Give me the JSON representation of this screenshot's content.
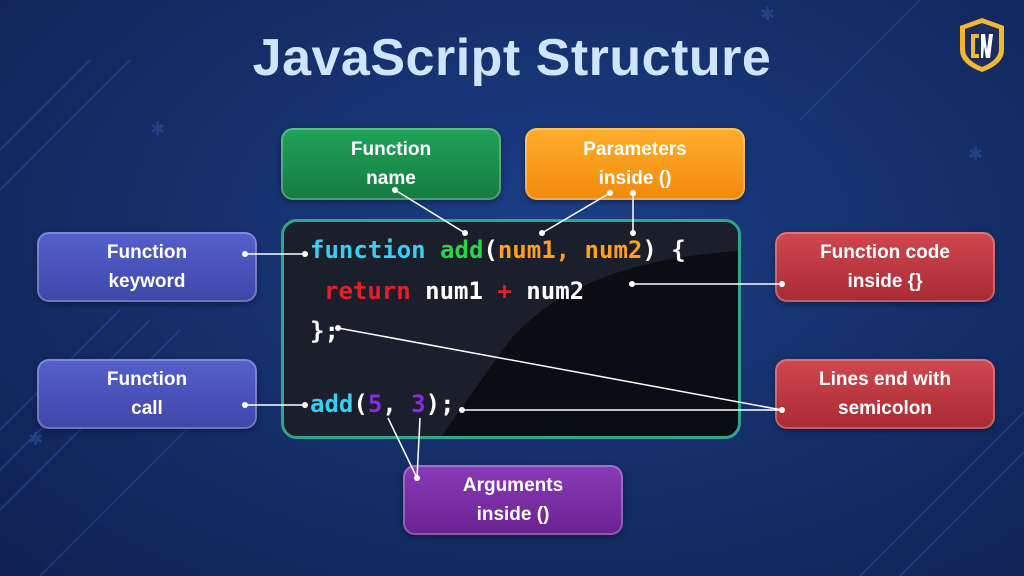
{
  "title": "JavaScript Structure",
  "labels": {
    "function_name": [
      "Function",
      "name"
    ],
    "parameters": [
      "Parameters",
      "inside ()"
    ],
    "function_keyword": [
      "Function",
      "keyword"
    ],
    "function_code": [
      "Function code",
      "inside {}"
    ],
    "function_call": [
      "Function",
      "call"
    ],
    "semicolon": [
      "Lines end with",
      "semicolon"
    ],
    "arguments": [
      "Arguments",
      "inside ()"
    ]
  },
  "code": {
    "line1": {
      "keyword": "function",
      "name": "add",
      "open": "(",
      "params": "num1, num2",
      "close": ") {"
    },
    "line2": {
      "ret": "return",
      "a": " num1 ",
      "op": "+",
      "b": " num2"
    },
    "line3": "};",
    "line4": {
      "name": "add",
      "open": "(",
      "arg1": "5",
      "comma": ", ",
      "arg2": "3",
      "close": ");"
    }
  },
  "colors": {
    "keyword": "#35d0f2",
    "function_name": "#29d34a",
    "parameters": "#ff9f1a",
    "return": "#e0202a",
    "arguments": "#8a2be2"
  },
  "logo": "cw-shield-logo"
}
